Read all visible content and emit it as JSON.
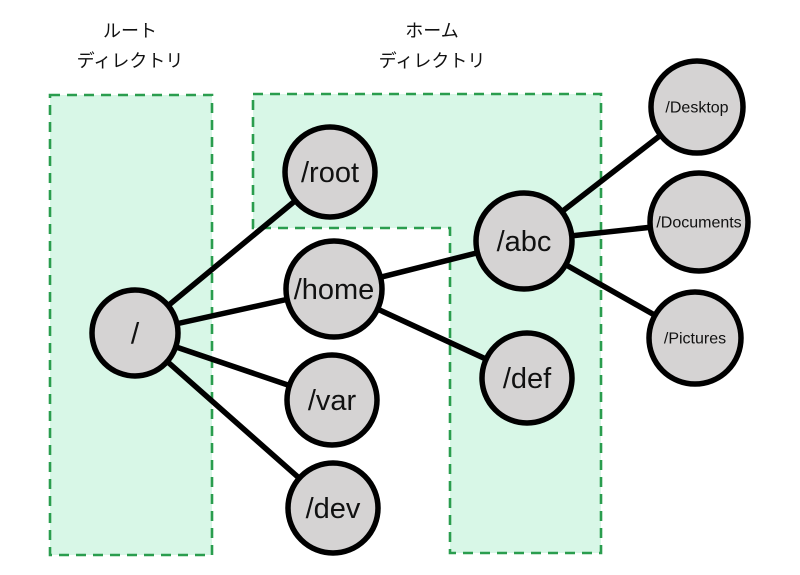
{
  "labels": {
    "root_region": [
      "ルート",
      "ディレクトリ"
    ],
    "home_region": [
      "ホーム",
      "ディレクトリ"
    ]
  },
  "nodes": {
    "slash": {
      "label": "/"
    },
    "root": {
      "label": "/root"
    },
    "home": {
      "label": "/home"
    },
    "var": {
      "label": "/var"
    },
    "dev": {
      "label": "/dev"
    },
    "abc": {
      "label": "/abc"
    },
    "def": {
      "label": "/def"
    },
    "desktop": {
      "label": "/Desktop"
    },
    "documents": {
      "label": "/Documents"
    },
    "pictures": {
      "label": "/Pictures"
    }
  },
  "edges": [
    {
      "from": "/",
      "to": "/root"
    },
    {
      "from": "/",
      "to": "/home"
    },
    {
      "from": "/",
      "to": "/var"
    },
    {
      "from": "/",
      "to": "/dev"
    },
    {
      "from": "/home",
      "to": "/abc"
    },
    {
      "from": "/home",
      "to": "/def"
    },
    {
      "from": "/abc",
      "to": "/Desktop"
    },
    {
      "from": "/abc",
      "to": "/Documents"
    },
    {
      "from": "/abc",
      "to": "/Pictures"
    }
  ],
  "colors": {
    "region_fill": "#d8f7e7",
    "region_border": "#2a9d4e",
    "node_fill": "#d5d3d3",
    "node_border": "#000000",
    "edge": "#000000",
    "text": "#111111",
    "background": "#ffffff"
  }
}
